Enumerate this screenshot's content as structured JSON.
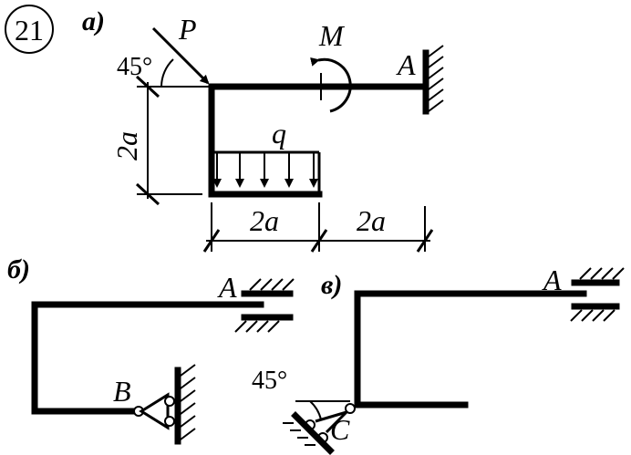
{
  "problem_number": "21",
  "panels": {
    "a": {
      "label": "а)",
      "force_P": "P",
      "angle": "45°",
      "moment_M": "M",
      "load_q": "q",
      "support_A": "A",
      "dim_vertical": "2a",
      "dim_horizontal_left": "2a",
      "dim_horizontal_right": "2a"
    },
    "b": {
      "label": "б)",
      "support_A": "A",
      "support_B": "B"
    },
    "v": {
      "label": "в)",
      "support_A": "A",
      "support_C": "C",
      "angle": "45°"
    }
  }
}
